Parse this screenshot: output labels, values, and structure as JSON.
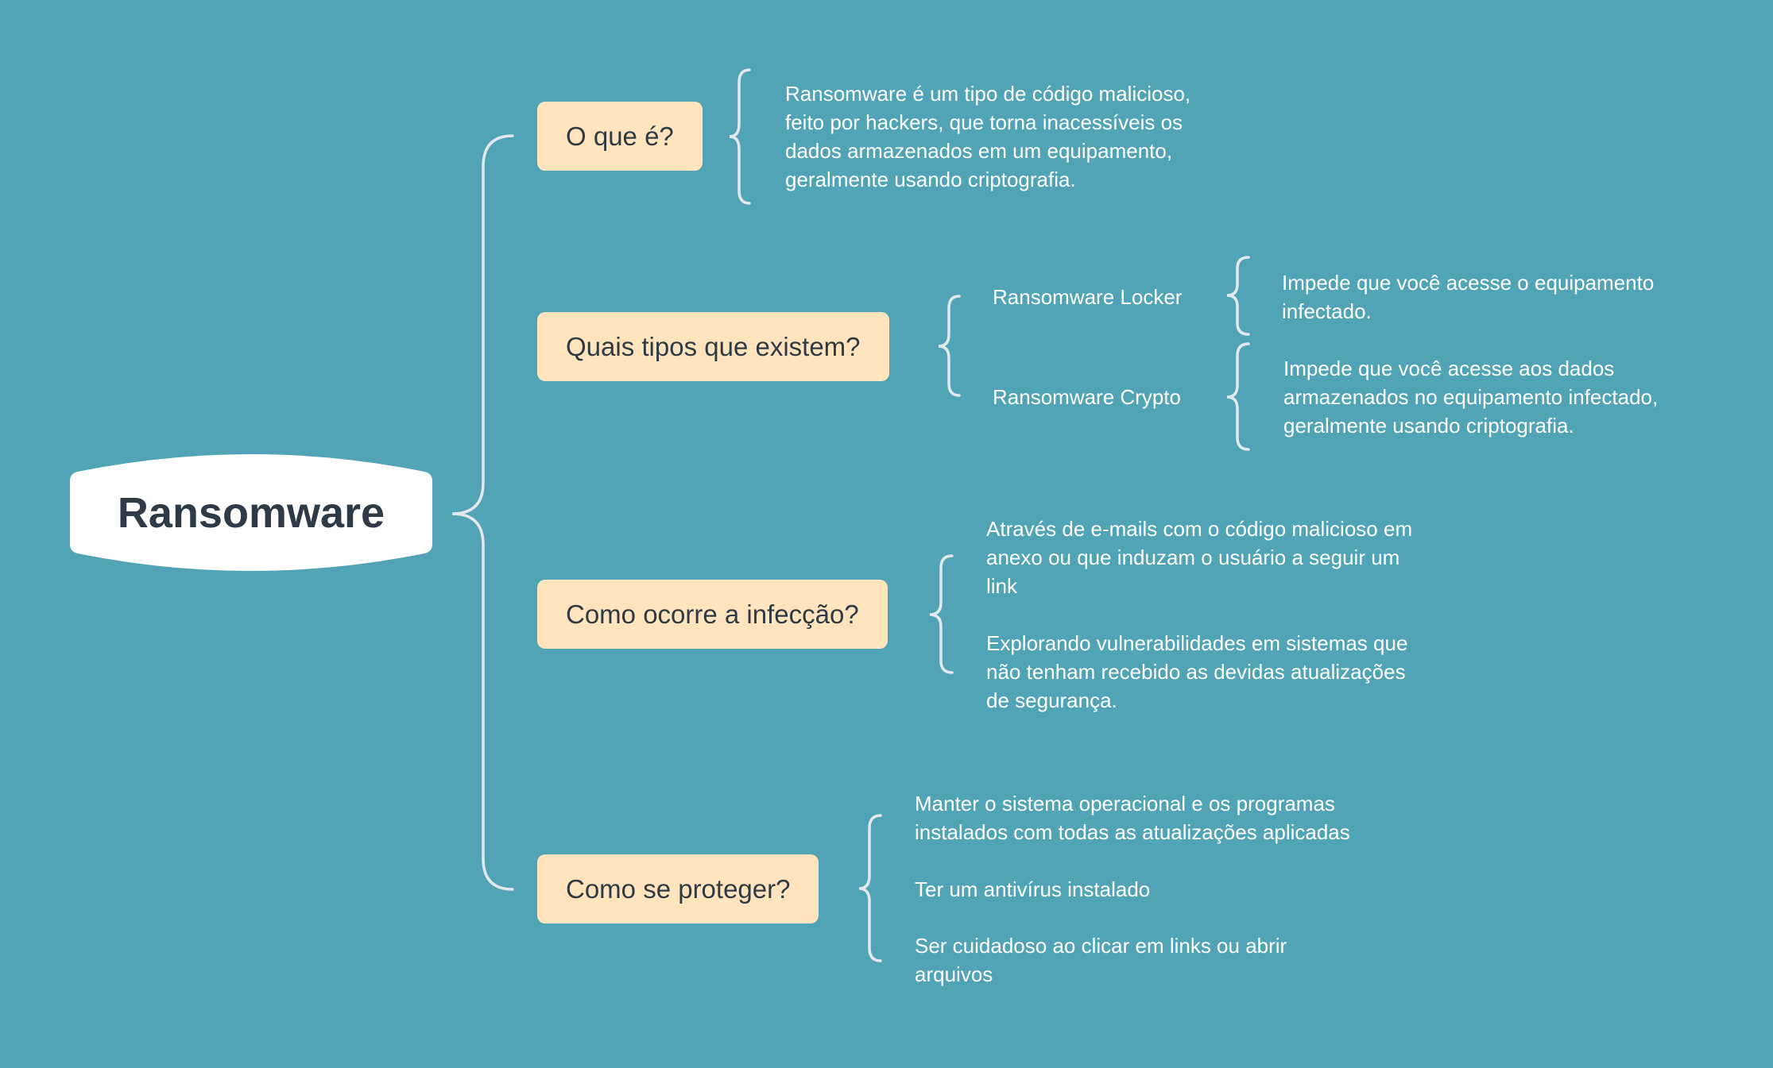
{
  "central": "Ransomware",
  "topics": [
    {
      "label": "O que é?"
    },
    {
      "label": "Quais tipos que existem?"
    },
    {
      "label": "Como ocorre a infecção?"
    },
    {
      "label": "Como se proteger?"
    }
  ],
  "what_is": [
    "Ransomware é um tipo de código malicioso,",
    "feito por hackers, que torna inacessíveis os",
    "dados armazenados em um equipamento,",
    "geralmente usando criptografia."
  ],
  "types": [
    {
      "name": "Ransomware Locker",
      "desc": [
        "Impede que você acesse o equipamento",
        "infectado."
      ]
    },
    {
      "name": "Ransomware Crypto",
      "desc": [
        "Impede que você acesse aos dados",
        "armazenados no equipamento infectado,",
        "geralmente usando criptografia."
      ]
    }
  ],
  "infection": [
    [
      "Através de e-mails com o código malicioso em",
      "anexo ou que induzam o usuário a seguir um",
      "link"
    ],
    [
      "Explorando vulnerabilidades em sistemas que",
      "não tenham recebido as devidas atualizações",
      "de segurança."
    ]
  ],
  "protection": [
    [
      "Manter o sistema operacional e os programas",
      "instalados com todas as atualizações aplicadas"
    ],
    [
      "Ter um antivírus instalado"
    ],
    [
      "Ser cuidadoso ao clicar em links ou abrir",
      "arquivos"
    ]
  ],
  "colors": {
    "background": "#51a4b5",
    "topic": "#ffe4bd",
    "line": "#e3e8ec",
    "text_dark": "#2f3a45"
  }
}
